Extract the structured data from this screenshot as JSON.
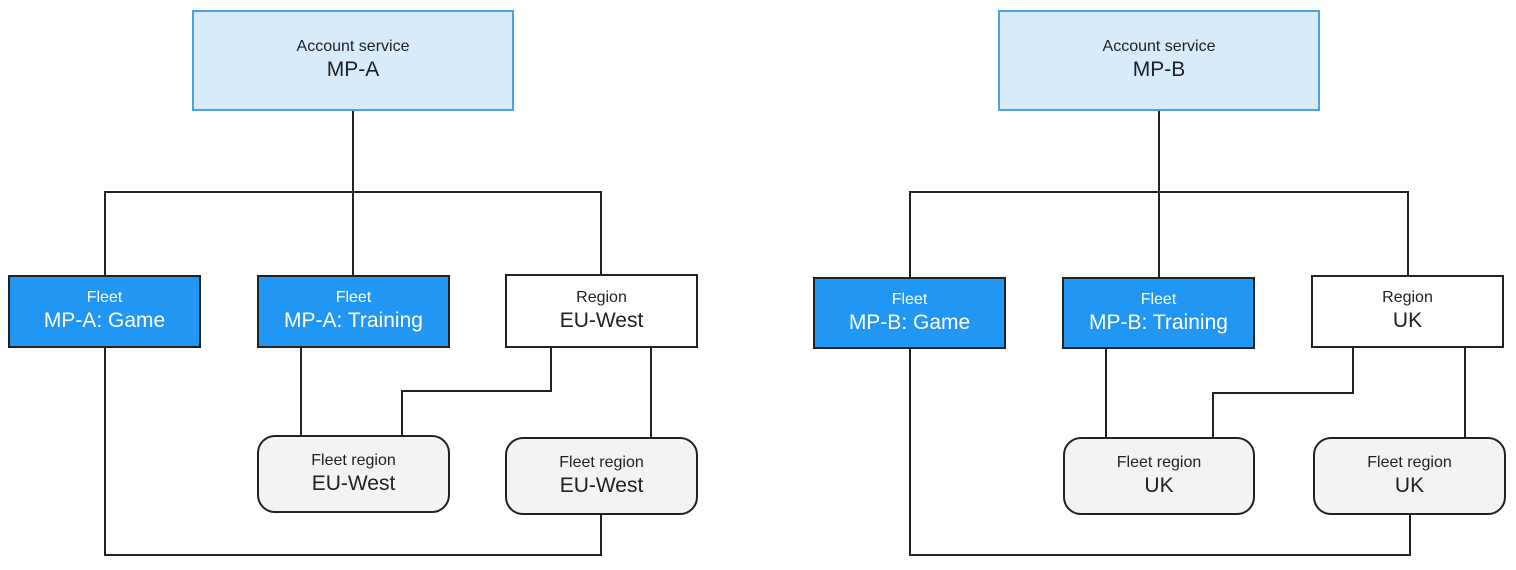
{
  "groups": [
    {
      "account": {
        "label": "Account service",
        "name": "MP-A"
      },
      "fleet_game": {
        "label": "Fleet",
        "name": "MP-A: Game"
      },
      "fleet_training": {
        "label": "Fleet",
        "name": "MP-A: Training"
      },
      "region": {
        "label": "Region",
        "name": "EU-West"
      },
      "fleet_region_1": {
        "label": "Fleet region",
        "name": "EU-West"
      },
      "fleet_region_2": {
        "label": "Fleet region",
        "name": "EU-West"
      }
    },
    {
      "account": {
        "label": "Account service",
        "name": "MP-B"
      },
      "fleet_game": {
        "label": "Fleet",
        "name": "MP-B: Game"
      },
      "fleet_training": {
        "label": "Fleet",
        "name": "MP-B: Training"
      },
      "region": {
        "label": "Region",
        "name": "UK"
      },
      "fleet_region_1": {
        "label": "Fleet region",
        "name": "UK"
      },
      "fleet_region_2": {
        "label": "Fleet region",
        "name": "UK"
      }
    }
  ],
  "colors": {
    "account_fill": "#d7ebfa",
    "account_border": "#4ba3e6",
    "fleet_fill": "#2196f3",
    "fleet_region_fill": "#f3f3f3",
    "line": "#222222"
  }
}
